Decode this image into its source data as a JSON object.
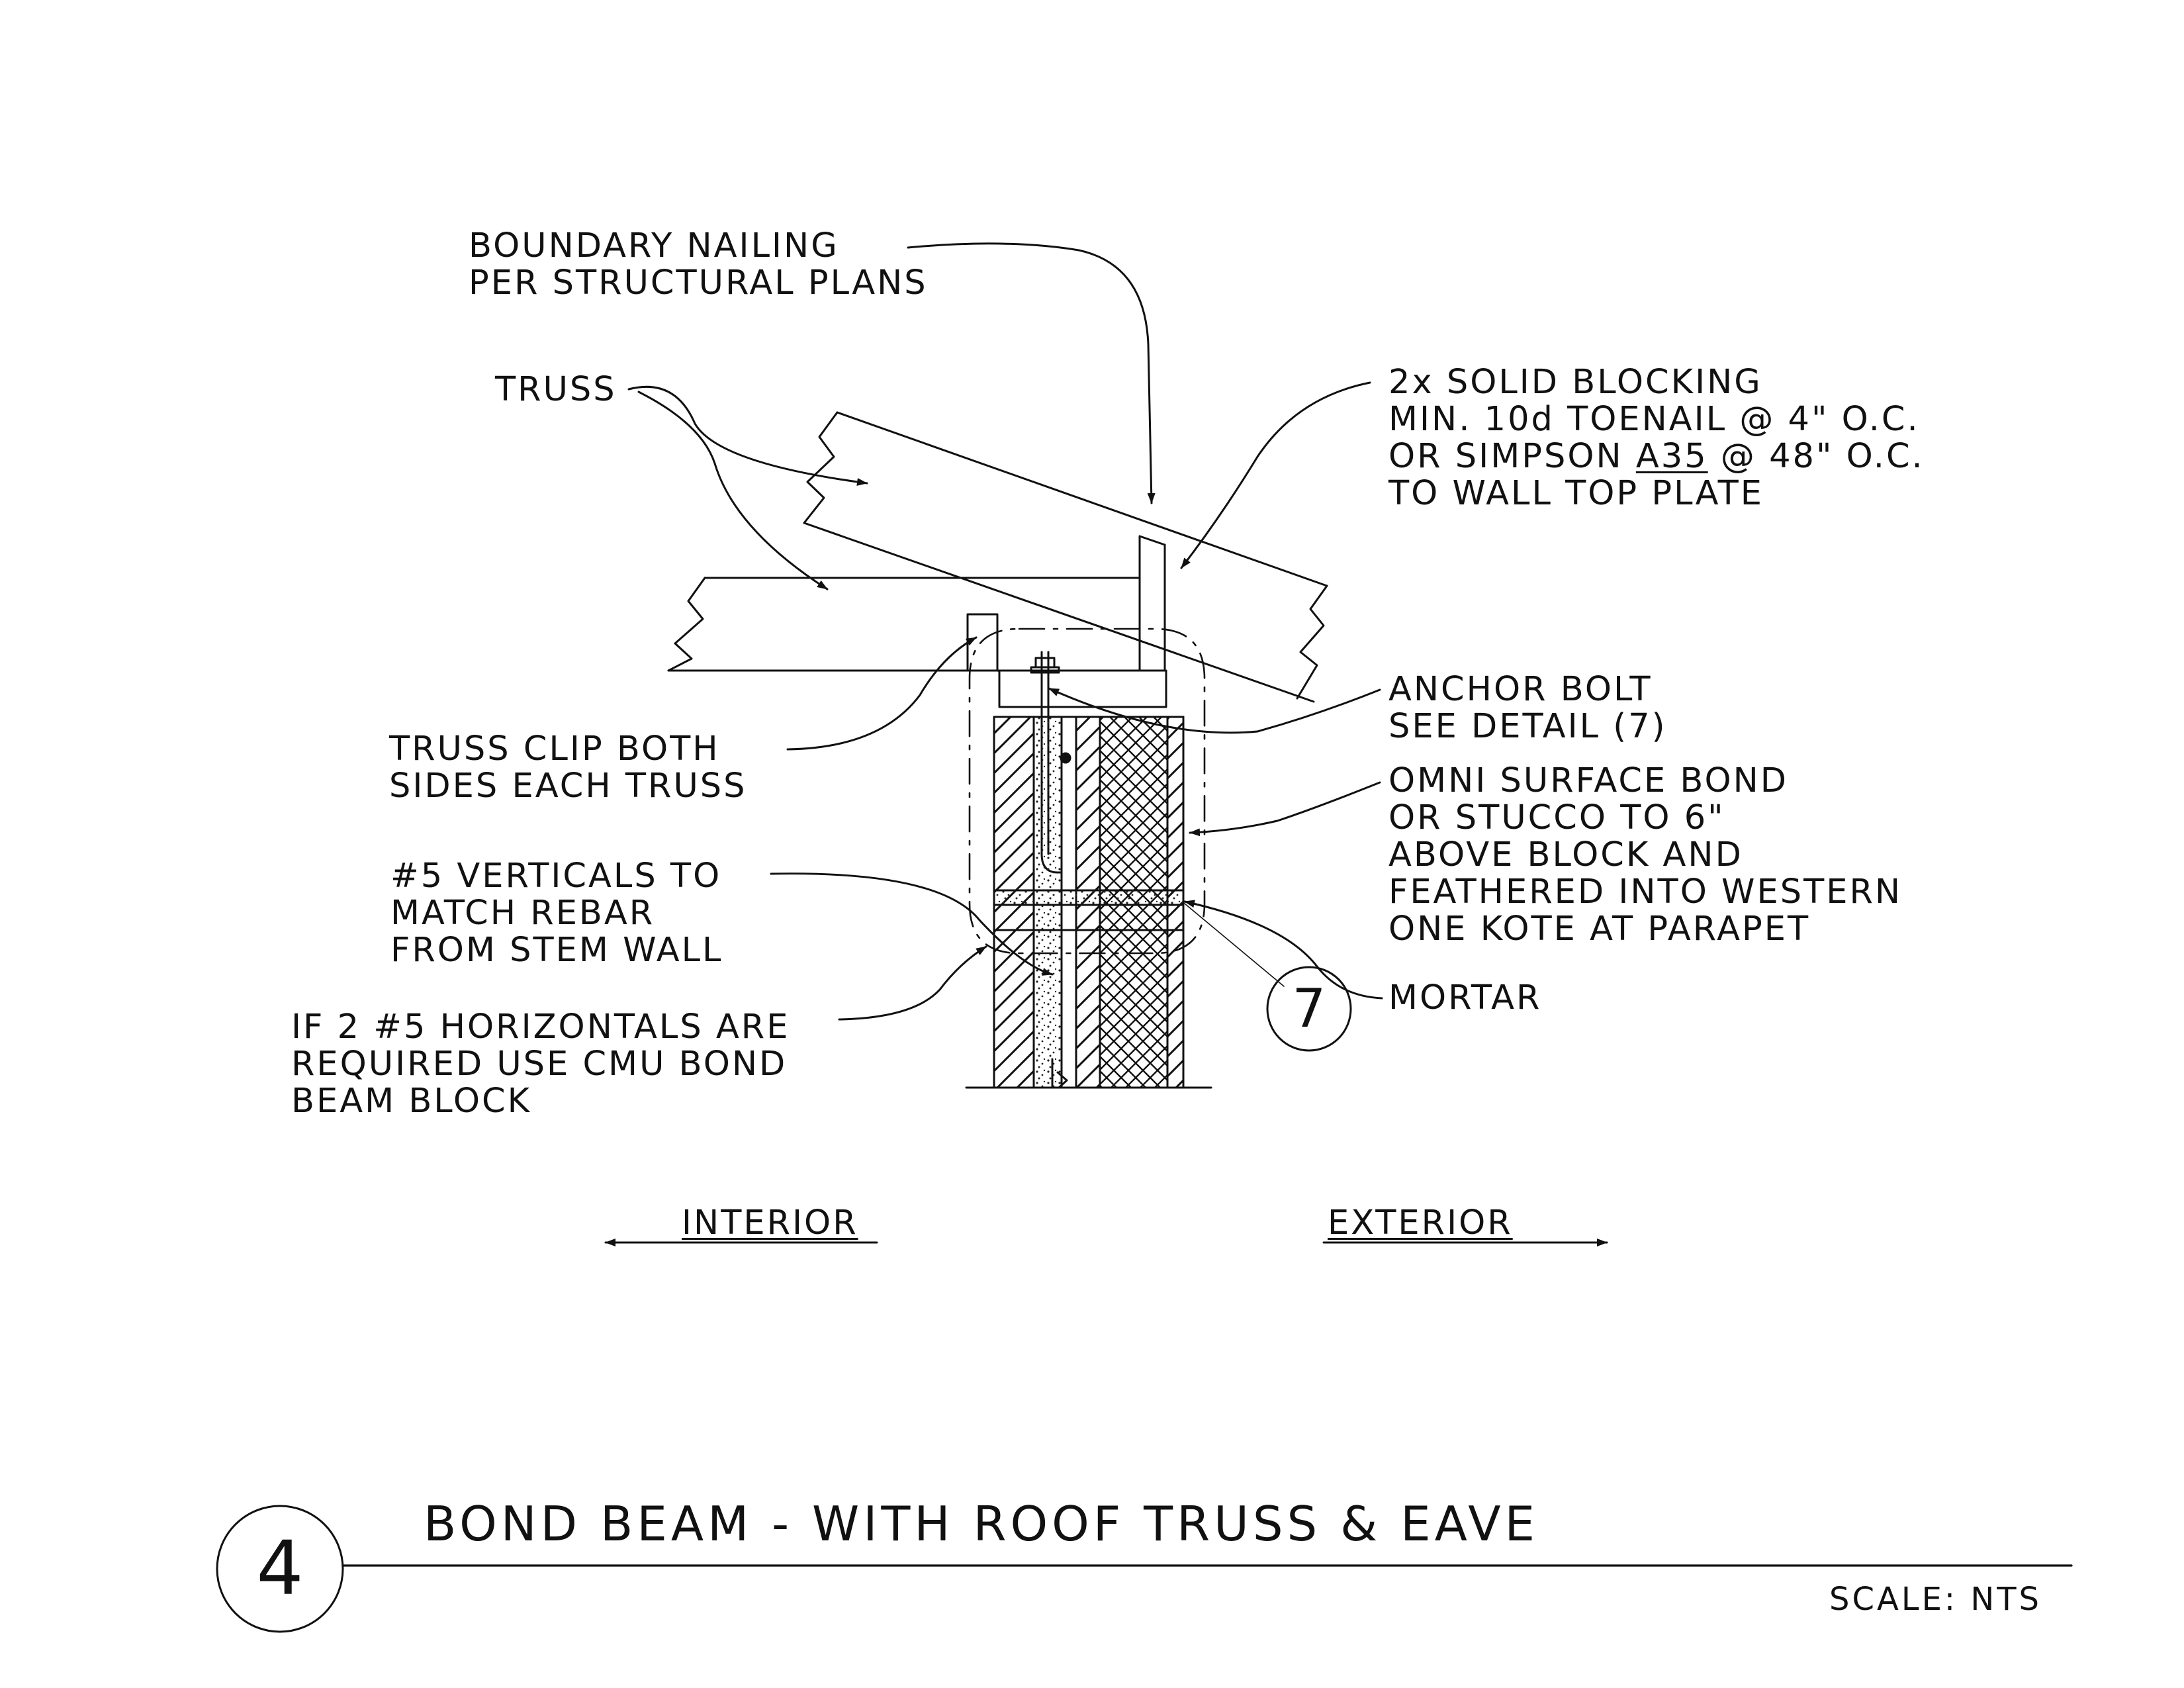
{
  "labels": {
    "boundary_nailing": [
      "BOUNDARY NAILING",
      "PER STRUCTURAL PLANS"
    ],
    "truss": "TRUSS",
    "solid_blocking": [
      "2x SOLID BLOCKING",
      "MIN. 10d TOENAIL @ 4\" O.C.",
      "OR SIMPSON",
      "A35",
      "@ 48\" O.C.",
      "TO WALL TOP PLATE"
    ],
    "anchor_bolt": [
      "ANCHOR BOLT",
      "SEE DETAIL (7)"
    ],
    "truss_clip": [
      "TRUSS CLIP BOTH",
      "SIDES EACH TRUSS"
    ],
    "omni": [
      "OMNI SURFACE BOND",
      "OR STUCCO TO 6\"",
      "ABOVE BLOCK AND",
      "FEATHERED INTO WESTERN",
      "ONE KOTE AT PARAPET"
    ],
    "verticals": [
      "#5 VERTICALS TO",
      "MATCH REBAR",
      "FROM STEM WALL"
    ],
    "mortar": "MORTAR",
    "horizontals": [
      "IF 2 #5 HORIZONTALS ARE",
      "REQUIRED USE CMU BOND",
      "BEAM BLOCK"
    ],
    "interior": "INTERIOR",
    "exterior": "EXTERIOR"
  },
  "detail_callout": "7",
  "title_block": {
    "number": "4",
    "title": "BOND BEAM - WITH ROOF TRUSS & EAVE",
    "scale": "SCALE: NTS"
  }
}
